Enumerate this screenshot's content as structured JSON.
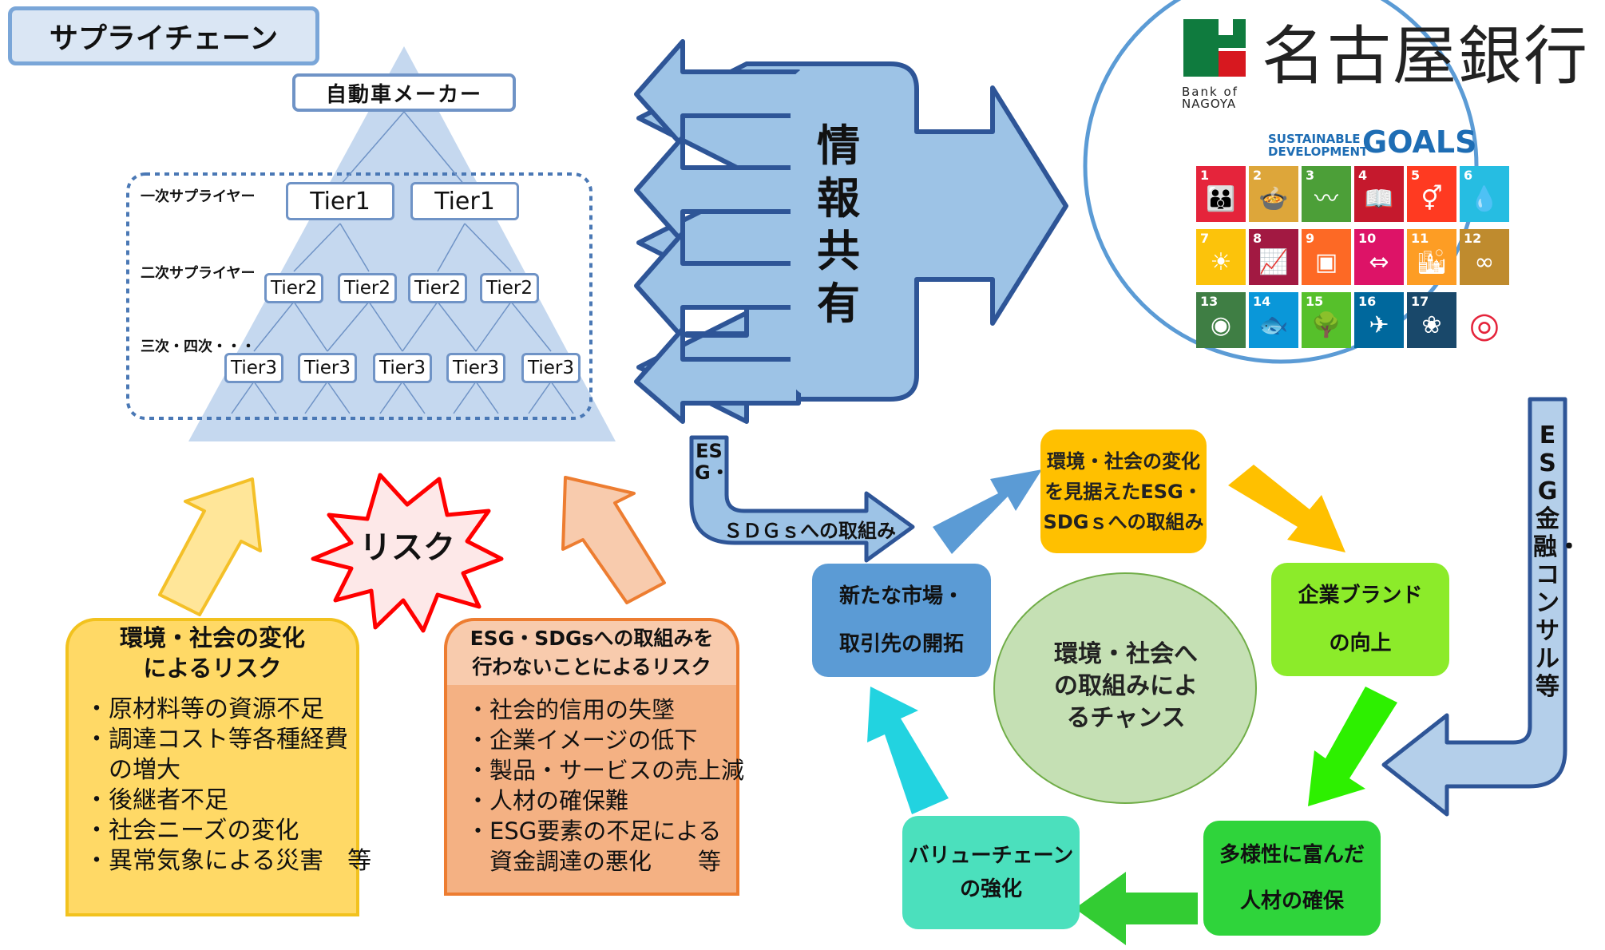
{
  "title": "サプライチェーン",
  "pyramid": {
    "top_label": "自動車メーカー",
    "level_labels": [
      "一次サプライヤー",
      "二次サプライヤー",
      "三次・四次・・・"
    ],
    "tier1": [
      "Tier1",
      "Tier1"
    ],
    "tier2": [
      "Tier2",
      "Tier2",
      "Tier2",
      "Tier2"
    ],
    "tier3": [
      "Tier3",
      "Tier3",
      "Tier3",
      "Tier3",
      "Tier3"
    ]
  },
  "info_share": "情報共有",
  "bank": {
    "name": "名古屋銀行",
    "sub_line1": "Bank of",
    "sub_line2": "NAGOYA",
    "sdg_header_line1": "SUSTAINABLE",
    "sdg_header_line2": "DEVELOPMENT",
    "sdg_goals_word": "GOALS",
    "sdg_tiles": [
      {
        "num": "1",
        "color": "#e5243b",
        "icon": "people-icon"
      },
      {
        "num": "2",
        "color": "#dda63a",
        "icon": "bowl-icon"
      },
      {
        "num": "3",
        "color": "#4c9f38",
        "icon": "heartbeat-icon"
      },
      {
        "num": "4",
        "color": "#c5192d",
        "icon": "book-icon"
      },
      {
        "num": "5",
        "color": "#ff3a21",
        "icon": "gender-icon"
      },
      {
        "num": "6",
        "color": "#26bde2",
        "icon": "water-drop-icon"
      },
      {
        "num": "7",
        "color": "#fcc30b",
        "icon": "sun-icon"
      },
      {
        "num": "8",
        "color": "#a21942",
        "icon": "growth-chart-icon"
      },
      {
        "num": "9",
        "color": "#fd6925",
        "icon": "cubes-icon"
      },
      {
        "num": "10",
        "color": "#dd1367",
        "icon": "equality-icon"
      },
      {
        "num": "11",
        "color": "#fd9d24",
        "icon": "city-icon"
      },
      {
        "num": "12",
        "color": "#bf8b2e",
        "icon": "infinity-icon"
      },
      {
        "num": "13",
        "color": "#3f7e44",
        "icon": "eye-globe-icon"
      },
      {
        "num": "14",
        "color": "#0a97d9",
        "icon": "fish-icon"
      },
      {
        "num": "15",
        "color": "#56c02b",
        "icon": "tree-icon"
      },
      {
        "num": "16",
        "color": "#00689d",
        "icon": "dove-icon"
      },
      {
        "num": "17",
        "color": "#19486a",
        "icon": "rings-icon"
      },
      {
        "num": "",
        "color": "#ffffff",
        "icon": "sdg-wheel-icon"
      }
    ]
  },
  "risk": {
    "burst": "リスク",
    "env_head": [
      "環境・社会の変化",
      "によるリスク"
    ],
    "env_items": [
      "・原材料等の資源不足",
      "・調達コスト等各種経費",
      "　の増大",
      "・後継者不足",
      "・社会ニーズの変化",
      "・異常気象による災害　等"
    ],
    "esg_head": [
      "ESG・SDGsへの取組みを",
      "行わないことによるリスク"
    ],
    "esg_items": [
      "・社会的信用の失墜",
      "・企業イメージの低下",
      "・製品・サービスの売上減",
      "・人材の確保難",
      "・ESG要素の不足による",
      "　資金調達の悪化　　等"
    ]
  },
  "esg_arrow": {
    "vertical": "ESG・",
    "horizontal": "ＳＤＧｓへの取組み"
  },
  "finance_arrow": "ESG金融・コンサル等",
  "cycle": {
    "center": [
      "環境・社会へ",
      "の取組みによ",
      "るチャンス"
    ],
    "esg": [
      "環境・社会の変化",
      "を見据えたESG・",
      "SDGｓへの取組み"
    ],
    "brand": [
      "企業ブランド",
      "の向上"
    ],
    "diversity": [
      "多様性に富んだ",
      "人材の確保"
    ],
    "value": [
      "バリューチェーン",
      "の強化"
    ],
    "market": [
      "新たな市場・",
      "取引先の開拓"
    ]
  },
  "colors": {
    "pyramid": "#c5d8ef",
    "blue_arrow": "#9dc3e6",
    "blue_stroke": "#2e5597",
    "yellow": "#ffd966",
    "yellow_arrow": "#ffe699",
    "orange": "#f4b183",
    "orange_head": "#f8cbad",
    "red": "#ff0000",
    "esg_box": "#ffc000",
    "brand_box": "#8ceb2a",
    "diversity_box": "#2fd43b",
    "value_box": "#4be0bd",
    "market_box": "#5b9bd5",
    "center_circle": "#c5e0b4"
  }
}
